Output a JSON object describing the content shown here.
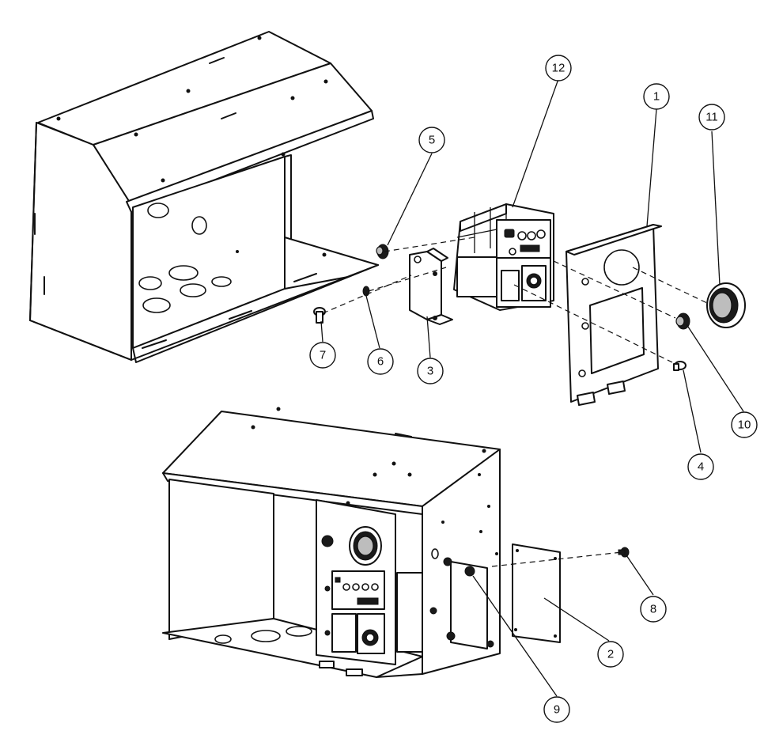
{
  "callouts": [
    {
      "id": "1",
      "label": "1"
    },
    {
      "id": "2",
      "label": "2"
    },
    {
      "id": "3",
      "label": "3"
    },
    {
      "id": "4",
      "label": "4"
    },
    {
      "id": "5",
      "label": "5"
    },
    {
      "id": "6",
      "label": "6"
    },
    {
      "id": "7",
      "label": "7"
    },
    {
      "id": "8",
      "label": "8"
    },
    {
      "id": "9",
      "label": "9"
    },
    {
      "id": "10",
      "label": "10"
    },
    {
      "id": "11",
      "label": "11"
    },
    {
      "id": "12",
      "label": "12"
    }
  ]
}
